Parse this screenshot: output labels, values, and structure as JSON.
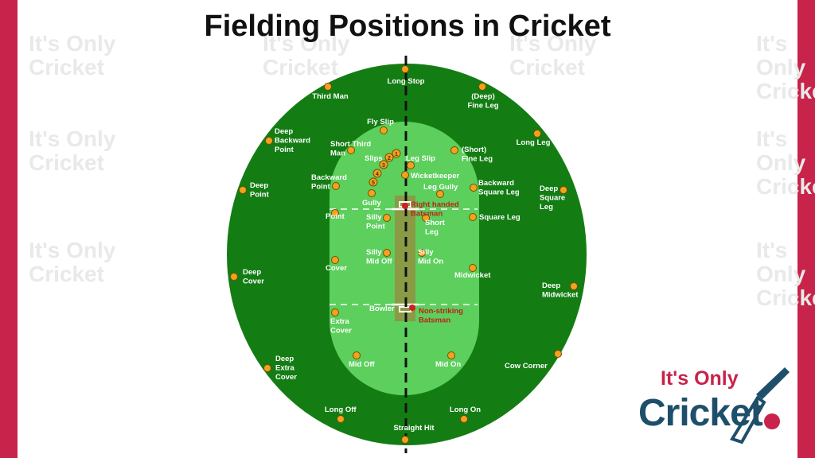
{
  "title": "Fielding Positions in Cricket",
  "colors": {
    "side_bar": "#c8234a",
    "outfield": "#137d13",
    "infield": "#5ccf5c",
    "pitch": "#8a9a45",
    "fielder": "#f2a31c",
    "batsman": "#d21e1e",
    "text": "#ffffff",
    "batsman_text": "#c0221a"
  },
  "watermark_text": "It's Only Cricket",
  "logo": {
    "line1": "It's Only",
    "line2": "Cricket"
  },
  "batsmen": [
    {
      "id": "striker",
      "label_lines": [
        "Right handed",
        "Batsman"
      ]
    },
    {
      "id": "non_striker",
      "label_lines": [
        "Non-striking",
        "Batsman"
      ]
    }
  ],
  "slip_numbers": [
    "1",
    "2",
    "3",
    "4",
    "5"
  ],
  "fielders": [
    {
      "id": "long-stop",
      "label_lines": [
        "Long Stop"
      ]
    },
    {
      "id": "third-man",
      "label_lines": [
        "Third Man"
      ]
    },
    {
      "id": "deep-fine-leg",
      "label_lines": [
        "(Deep)",
        "Fine Leg"
      ]
    },
    {
      "id": "fly-slip",
      "label_lines": [
        "Fly Slip"
      ]
    },
    {
      "id": "deep-backward-point",
      "label_lines": [
        "Deep",
        "Backward",
        "Point"
      ]
    },
    {
      "id": "long-leg",
      "label_lines": [
        "Long Leg"
      ]
    },
    {
      "id": "short-third-man",
      "label_lines": [
        "Short Third",
        "Man"
      ]
    },
    {
      "id": "short-fine-leg",
      "label_lines": [
        "(Short)",
        "Fine Leg"
      ]
    },
    {
      "id": "slips",
      "label_lines": [
        "Slips"
      ]
    },
    {
      "id": "leg-slip",
      "label_lines": [
        "Leg Slip"
      ]
    },
    {
      "id": "wicketkeeper",
      "label_lines": [
        "Wicketkeeper"
      ]
    },
    {
      "id": "backward-point",
      "label_lines": [
        "Backward",
        "Point"
      ]
    },
    {
      "id": "deep-point",
      "label_lines": [
        "Deep",
        "Point"
      ]
    },
    {
      "id": "backward-square-leg",
      "label_lines": [
        "Backward",
        "Square Leg"
      ]
    },
    {
      "id": "deep-square-leg",
      "label_lines": [
        "Deep",
        "Square",
        "Leg"
      ]
    },
    {
      "id": "leg-gully",
      "label_lines": [
        "Leg Gully"
      ]
    },
    {
      "id": "gully",
      "label_lines": [
        "Gully"
      ]
    },
    {
      "id": "point",
      "label_lines": [
        "Point"
      ]
    },
    {
      "id": "silly-point",
      "label_lines": [
        "Silly",
        "Point"
      ]
    },
    {
      "id": "short-leg",
      "label_lines": [
        "Short",
        "Leg"
      ]
    },
    {
      "id": "square-leg",
      "label_lines": [
        "Square Leg"
      ]
    },
    {
      "id": "silly-mid-off",
      "label_lines": [
        "Silly",
        "Mid Off"
      ]
    },
    {
      "id": "silly-mid-on",
      "label_lines": [
        "Silly",
        "Mid On"
      ]
    },
    {
      "id": "cover",
      "label_lines": [
        "Cover"
      ]
    },
    {
      "id": "midwicket",
      "label_lines": [
        "Midwicket"
      ]
    },
    {
      "id": "deep-cover",
      "label_lines": [
        "Deep",
        "Cover"
      ]
    },
    {
      "id": "deep-midwicket",
      "label_lines": [
        "Deep",
        "Midwicket"
      ]
    },
    {
      "id": "bowler",
      "label_lines": [
        "Bowler"
      ]
    },
    {
      "id": "extra-cover",
      "label_lines": [
        "Extra",
        "Cover"
      ]
    },
    {
      "id": "mid-off",
      "label_lines": [
        "Mid Off"
      ]
    },
    {
      "id": "mid-on",
      "label_lines": [
        "Mid On"
      ]
    },
    {
      "id": "cow-corner",
      "label_lines": [
        "Cow Corner"
      ]
    },
    {
      "id": "deep-extra-cover",
      "label_lines": [
        "Deep",
        "Extra",
        "Cover"
      ]
    },
    {
      "id": "long-off",
      "label_lines": [
        "Long Off"
      ]
    },
    {
      "id": "long-on",
      "label_lines": [
        "Long On"
      ]
    },
    {
      "id": "straight-hit",
      "label_lines": [
        "Straight Hit"
      ]
    }
  ]
}
